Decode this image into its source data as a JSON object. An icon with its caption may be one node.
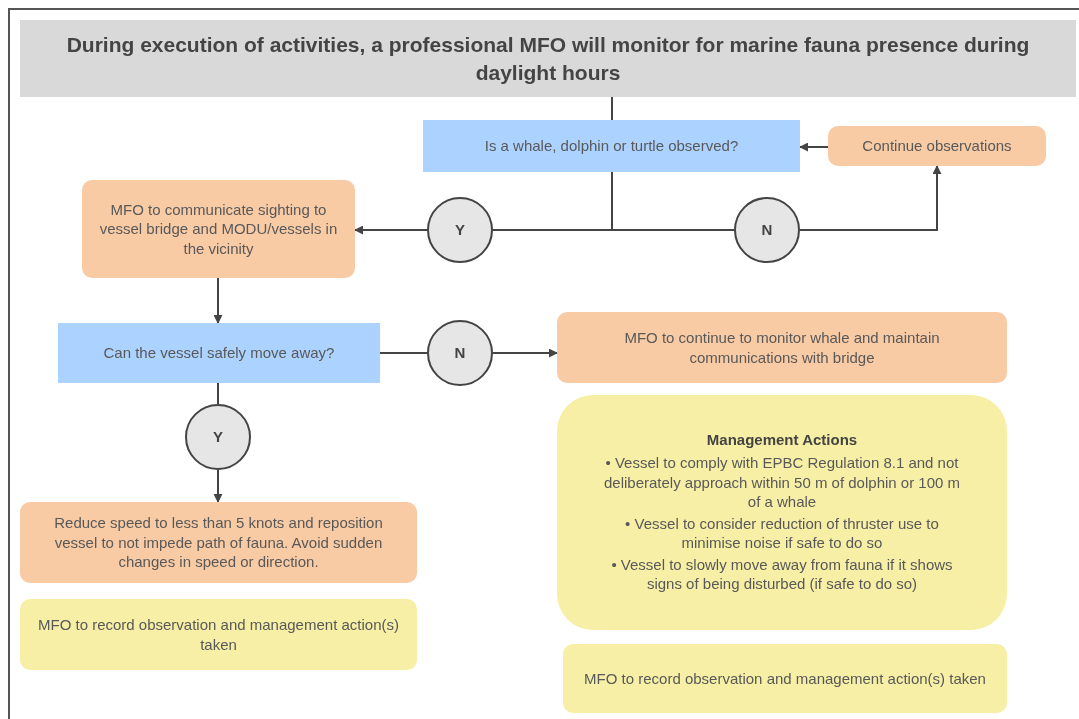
{
  "diagram": {
    "nodes": [
      {
        "text": [
          "During execution of activities, a professional MFO will monitor for marine fauna presence during daylight hours"
        ]
      },
      {
        "text": [
          "Is a whale, dolphin or turtle observed?"
        ]
      },
      {
        "text": [
          "Continue observations"
        ]
      },
      {
        "text": [
          "Y"
        ]
      },
      {
        "text": [
          "N"
        ]
      },
      {
        "text": [
          "MFO to communicate sighting to vessel bridge and MODU/vessels in the vicinity"
        ]
      },
      {
        "text": [
          "Can the vessel safely move away?"
        ]
      },
      {
        "text": [
          "N"
        ]
      },
      {
        "text": [
          "MFO to continue to monitor whale and maintain communications with bridge"
        ]
      },
      {
        "text": [
          "Y"
        ]
      },
      {
        "text": [
          "Reduce speed to less than 5 knots and reposition vessel to not impede path of fauna. Avoid sudden changes in speed or direction."
        ]
      },
      {
        "text": [
          "MFO to record observation and management action(s) taken"
        ]
      },
      {
        "text": [
          "Management Actions",
          "• Vessel to comply with EPBC Regulation 8.1 and not deliberately approach within 50 m of dolphin or 100 m of a whale",
          "• Vessel to consider reduction of thruster use to minimise noise if safe to do so",
          "• Vessel to slowly move away from fauna if it shows signs of being disturbed (if safe to do so)"
        ]
      },
      {
        "text": [
          "MFO to record observation and management action(s) taken"
        ]
      }
    ],
    "edges": [
      {
        "from": 0,
        "to": 1,
        "arrow": "none"
      },
      {
        "from": 1,
        "to": 3,
        "arrow": "none"
      },
      {
        "from": 1,
        "to": 4,
        "arrow": "none"
      },
      {
        "from": 3,
        "to": 5,
        "arrow": "to"
      },
      {
        "from": 4,
        "to": 2,
        "arrow": "to"
      },
      {
        "from": 2,
        "to": 1,
        "arrow": "to"
      },
      {
        "from": 5,
        "to": 6,
        "arrow": "to"
      },
      {
        "from": 6,
        "to": 7,
        "arrow": "none"
      },
      {
        "from": 7,
        "to": 8,
        "arrow": "to"
      },
      {
        "from": 6,
        "to": 9,
        "arrow": "none"
      },
      {
        "from": 9,
        "to": 10,
        "arrow": "to"
      }
    ]
  }
}
